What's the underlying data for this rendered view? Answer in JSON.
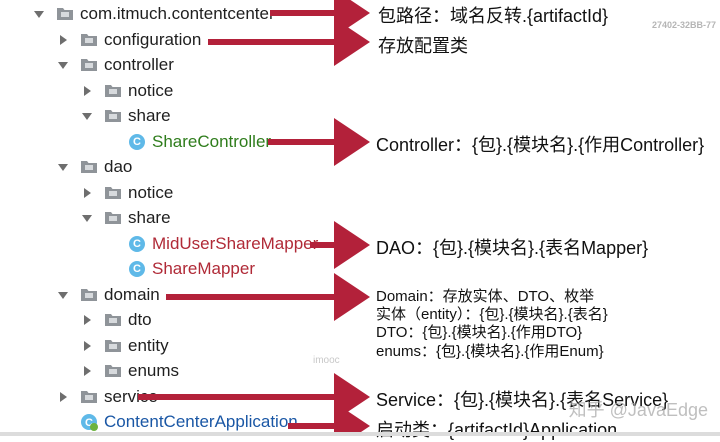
{
  "tree": [
    {
      "id": "pkg",
      "label": "com.itmuch.contentcenter",
      "arrow": "down",
      "icon": "folder",
      "indent": 0,
      "color": "#1f1f1f"
    },
    {
      "id": "configuration",
      "label": "configuration",
      "arrow": "right",
      "icon": "folder",
      "indent": 1,
      "color": "#1f1f1f"
    },
    {
      "id": "controller",
      "label": "controller",
      "arrow": "down",
      "icon": "folder",
      "indent": 1,
      "color": "#1f1f1f"
    },
    {
      "id": "controller-notice",
      "label": "notice",
      "arrow": "right",
      "icon": "folder",
      "indent": 2,
      "color": "#1f1f1f"
    },
    {
      "id": "controller-share",
      "label": "share",
      "arrow": "down",
      "icon": "folder",
      "indent": 2,
      "color": "#1f1f1f"
    },
    {
      "id": "share-controller",
      "label": "ShareController",
      "arrow": "none",
      "icon": "class",
      "indent": 3,
      "color": "#2f7d1c"
    },
    {
      "id": "dao",
      "label": "dao",
      "arrow": "down",
      "icon": "folder",
      "indent": 1,
      "color": "#1f1f1f"
    },
    {
      "id": "dao-notice",
      "label": "notice",
      "arrow": "right",
      "icon": "folder",
      "indent": 2,
      "color": "#1f1f1f"
    },
    {
      "id": "dao-share",
      "label": "share",
      "arrow": "down",
      "icon": "folder",
      "indent": 2,
      "color": "#1f1f1f"
    },
    {
      "id": "mid-user-share-mapper",
      "label": "MidUserShareMapper",
      "arrow": "none",
      "icon": "class",
      "indent": 3,
      "color": "#b02a37"
    },
    {
      "id": "share-mapper",
      "label": "ShareMapper",
      "arrow": "none",
      "icon": "class",
      "indent": 3,
      "color": "#b02a37"
    },
    {
      "id": "domain",
      "label": "domain",
      "arrow": "down",
      "icon": "folder",
      "indent": 1,
      "color": "#1f1f1f"
    },
    {
      "id": "domain-dto",
      "label": "dto",
      "arrow": "right",
      "icon": "folder",
      "indent": 2,
      "color": "#1f1f1f"
    },
    {
      "id": "domain-entity",
      "label": "entity",
      "arrow": "right",
      "icon": "folder",
      "indent": 2,
      "color": "#1f1f1f"
    },
    {
      "id": "domain-enums",
      "label": "enums",
      "arrow": "right",
      "icon": "folder",
      "indent": 2,
      "color": "#1f1f1f"
    },
    {
      "id": "service",
      "label": "service",
      "arrow": "right",
      "icon": "folder",
      "indent": 1,
      "color": "#1f1f1f"
    },
    {
      "id": "app",
      "label": "ContentCenterApplication",
      "arrow": "none",
      "icon": "app",
      "indent": 1,
      "color": "#1a57a5"
    }
  ],
  "class_icon_letter": "C",
  "annotations": {
    "package": "包路径：域名反转.{artifactId}",
    "configuration": "存放配置类",
    "controller": "Controller：{包}.{模块名}.{作用Controller}",
    "dao": "DAO：{包}.{模块名}.{表名Mapper}",
    "domain_1": "Domain：存放实体、DTO、枚举",
    "domain_2": "实体（entity）：{包}.{模块名}.{表名}",
    "domain_3": "DTO：{包}.{模块名}.{作用DTO}",
    "domain_4": "enums：{包}.{模块名}.{作用Enum}",
    "service": "Service：{包}.{模块名}.{表名Service}",
    "app": "启动类：{artifactId}Application"
  },
  "corner_code": "27402-32BB-77",
  "watermark": "imooc",
  "zhihu": "知乎 @JavaEdge",
  "colors": {
    "arrow_red": "#b3213a",
    "folder_gray": "#8f9499",
    "class_blue": "#5fb9e8",
    "green_text": "#2f7d1c",
    "red_text": "#b02a37",
    "app_text": "#1a57a5"
  }
}
